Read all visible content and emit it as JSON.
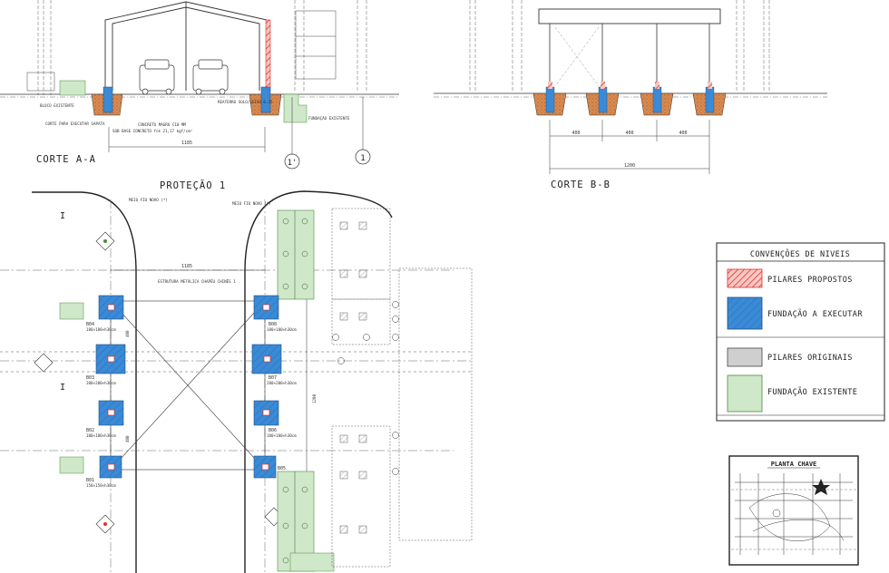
{
  "titles": {
    "corte_aa": "CORTE A-A",
    "corte_bb": "CORTE B-B",
    "protecao": "PROTEÇÃO 1"
  },
  "axes": {
    "axis_1": "1",
    "axis_1p": "1'"
  },
  "section_aa_notes": {
    "bloco": "BLOCO EXISTENTE",
    "corte_sapata": "CORTE PARA EXECUTAR SAPATA",
    "concreto": "CONCRETO MAGRO C10 MM",
    "base": "SOB BASE CONCRETO  fck 21,17 kgf/cm²",
    "reaterro": "REATERRO SOLO/SEIXO 0.35",
    "fundacao_existente": "FUNDAÇÃO EXISTENTE",
    "dim_1185": "1185"
  },
  "section_bb_dims": {
    "d1": "400",
    "d2": "400",
    "d3": "400",
    "total": "1200"
  },
  "plan": {
    "meio_fio_left": "MEIO FIO NOVO (*)",
    "meio_fio_right": "MEIO FIO NOVO (*)",
    "dim_1185": "1185",
    "estrutura": "ESTRUTURA METÁLICA CHAPÉU CHINÊS 1",
    "dim_400a": "400",
    "dim_400b": "400",
    "dim_1200": "1200",
    "blocks_left": [
      {
        "id": "B04",
        "size": "180×180×h30cm"
      },
      {
        "id": "B03",
        "size": "200×200×h30cm"
      },
      {
        "id": "B02",
        "size": "180×180×h30cm"
      },
      {
        "id": "B01",
        "size": "150×150×h30cm"
      }
    ],
    "blocks_right": [
      {
        "id": "B08",
        "size": "180×180×h30cm"
      },
      {
        "id": "B07",
        "size": "200×200×h30cm"
      },
      {
        "id": "B06",
        "size": "180×180×h30cm"
      },
      {
        "id": "B05",
        "size": ""
      }
    ]
  },
  "legend": {
    "title": "CONVENÇÕES DE NIVEIS",
    "items": [
      {
        "label": "PILARES PROPOSTOS",
        "color": "#e2302a",
        "pattern": "hatch-red"
      },
      {
        "label": "FUNDAÇÃO A EXECUTAR",
        "color": "#3a8ad6",
        "pattern": "hatch-blue"
      },
      {
        "label": "PILARES ORIGINAIS",
        "color": "#cfcfcf",
        "pattern": "solid-gray"
      },
      {
        "label": "FUNDAÇÃO EXISTENTE",
        "color": "#cfe8c9",
        "pattern": "solid-green"
      }
    ]
  },
  "key_plan": {
    "title": "PLANTA CHAVE"
  },
  "colors": {
    "blue_fill": "#3a8ad6",
    "green_fill": "#cfe8c9",
    "red": "#e2302a",
    "orange_soil": "#d98a4f"
  }
}
